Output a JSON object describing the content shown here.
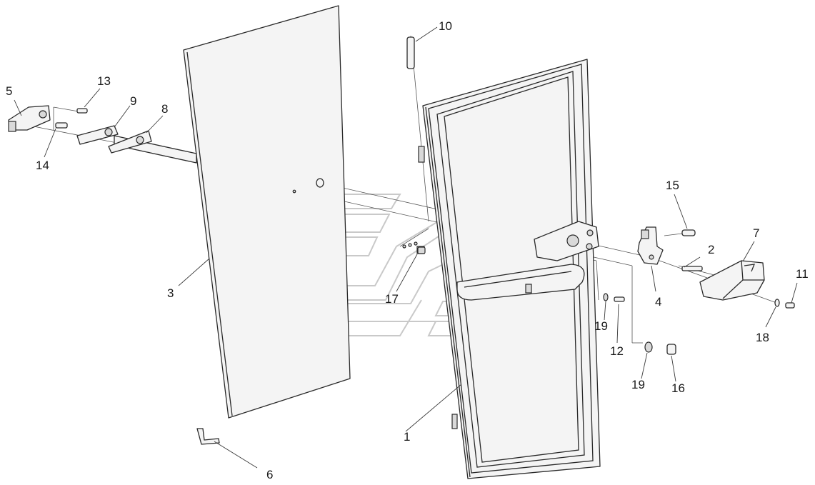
{
  "diagram": {
    "callouts": [
      "1",
      "2",
      "3",
      "4",
      "5",
      "6",
      "7",
      "8",
      "9",
      "10",
      "11",
      "12",
      "13",
      "14",
      "15",
      "16",
      "17",
      "18",
      "19",
      "19"
    ]
  },
  "parts": {
    "door_frame": "door-frame",
    "glass_panel": "glass-panel",
    "hinge_bracket": "hinge-bracket",
    "latch": "door-latch",
    "handle_cover": "handle-cover",
    "pin": "hinge-pin",
    "hex_key": "hex-key"
  },
  "colors": {
    "line": "#2a2a2a",
    "fill": "#f4f4f4",
    "watermark": "#c9c9c9"
  }
}
